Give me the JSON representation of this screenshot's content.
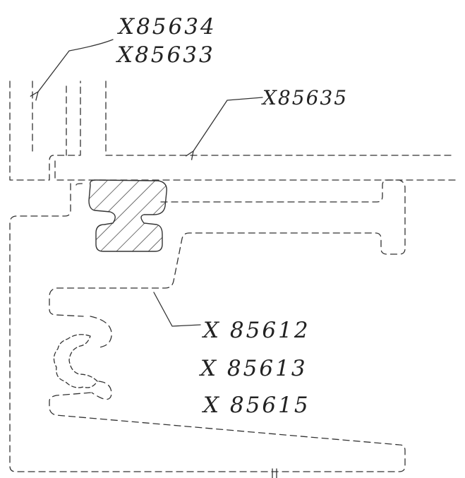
{
  "callouts": {
    "top_left": [
      "X85634",
      "X85633"
    ],
    "top_right": [
      "X85635"
    ],
    "middle": [
      "X 85612",
      "X 85613",
      "X 85615"
    ]
  },
  "colors": {
    "line": "#333333",
    "hatch": "#333333",
    "background": "#ffffff"
  },
  "icons": {
    "gasket": "hatched-seal-profile",
    "leader": "arrow-leader-line"
  }
}
